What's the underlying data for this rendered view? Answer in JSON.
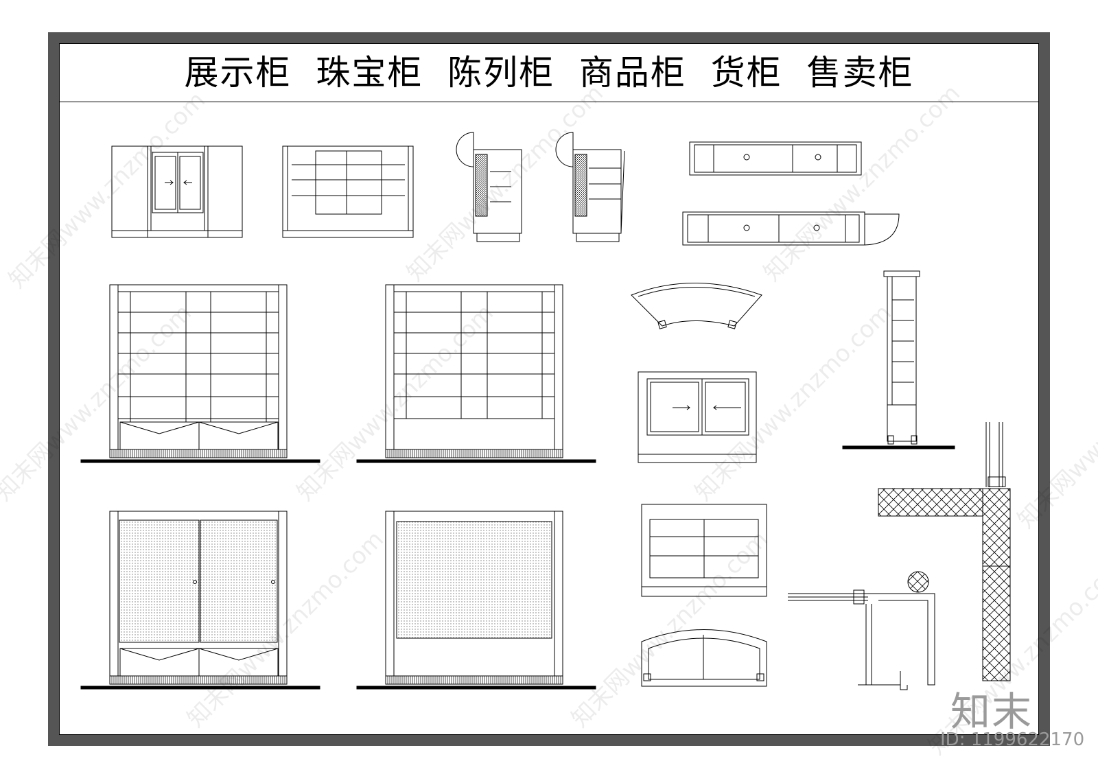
{
  "title": "展示柜  珠宝柜  陈列柜  商品柜  货柜  售卖柜",
  "watermark_text": "知末网www.znzmo.com",
  "brand": "知末",
  "id_label": "ID: 1199622170",
  "colors": {
    "frame": "#555555",
    "line": "#000000",
    "hatch": "#999999",
    "watermark": "#9a9a9a"
  }
}
